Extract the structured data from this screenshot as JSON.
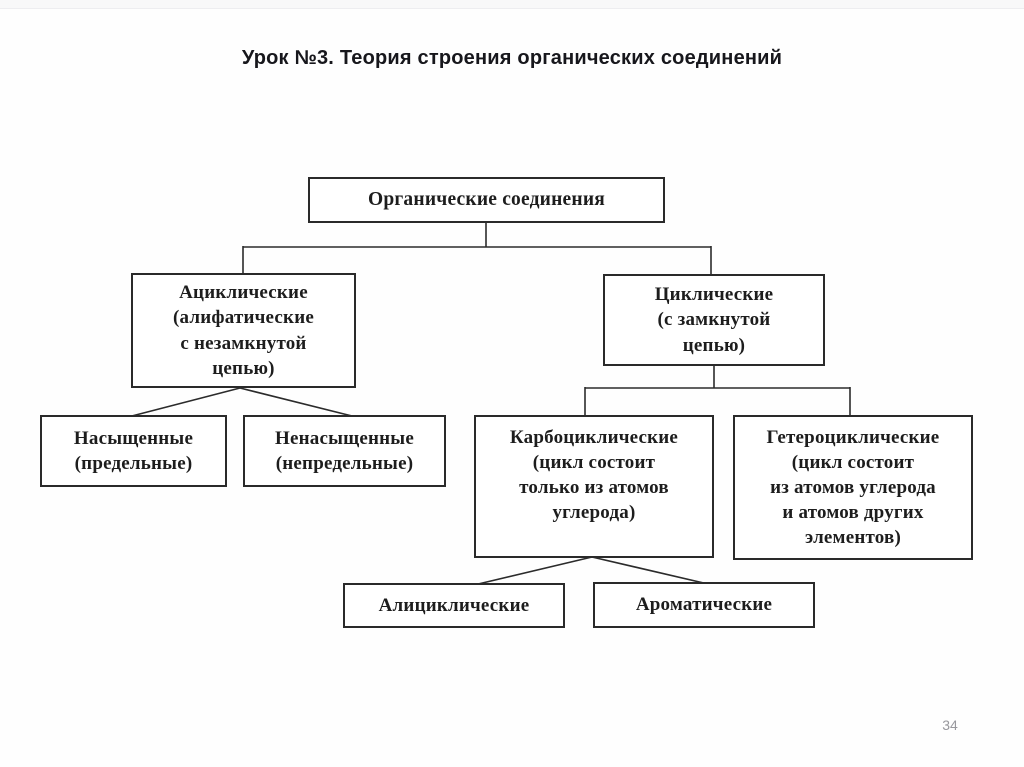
{
  "page": {
    "title": "Урок №3. Теория строения органических соединений",
    "page_number": "34",
    "colors": {
      "background": "#fefefe",
      "box_border": "#2a2a2a",
      "connector_line": "#2b2b2b",
      "box_text": "#1d1d1d",
      "title_text": "#17171c",
      "page_number_text": "#98989d"
    }
  },
  "diagram": {
    "type": "tree",
    "nodes": {
      "root": {
        "label": "Органические соединения"
      },
      "acyclic": {
        "label": "Ациклические\n(алифатические\nс незамкнутой\nцепью)"
      },
      "cyclic": {
        "label": "Циклические\n(с замкнутой\nцепью)"
      },
      "saturated": {
        "label": "Насыщенные\n(предельные)"
      },
      "unsaturated": {
        "label": "Ненасыщенные\n(непредельные)"
      },
      "carbocyclic": {
        "label": "Карбоциклические\n(цикл состоит\nтолько из атомов\nуглерода)"
      },
      "heterocyclic": {
        "label": "Гетероциклические\n(цикл состоит\nиз атомов углерода\nи атомов других\nэлементов)"
      },
      "alicyclic": {
        "label": "Алициклические"
      },
      "aromatic": {
        "label": "Ароматические"
      }
    },
    "edges": [
      {
        "from": "root",
        "to": "acyclic"
      },
      {
        "from": "root",
        "to": "cyclic"
      },
      {
        "from": "acyclic",
        "to": "saturated"
      },
      {
        "from": "acyclic",
        "to": "unsaturated"
      },
      {
        "from": "cyclic",
        "to": "carbocyclic"
      },
      {
        "from": "cyclic",
        "to": "heterocyclic"
      },
      {
        "from": "carbocyclic",
        "to": "alicyclic"
      },
      {
        "from": "carbocyclic",
        "to": "aromatic"
      }
    ]
  }
}
